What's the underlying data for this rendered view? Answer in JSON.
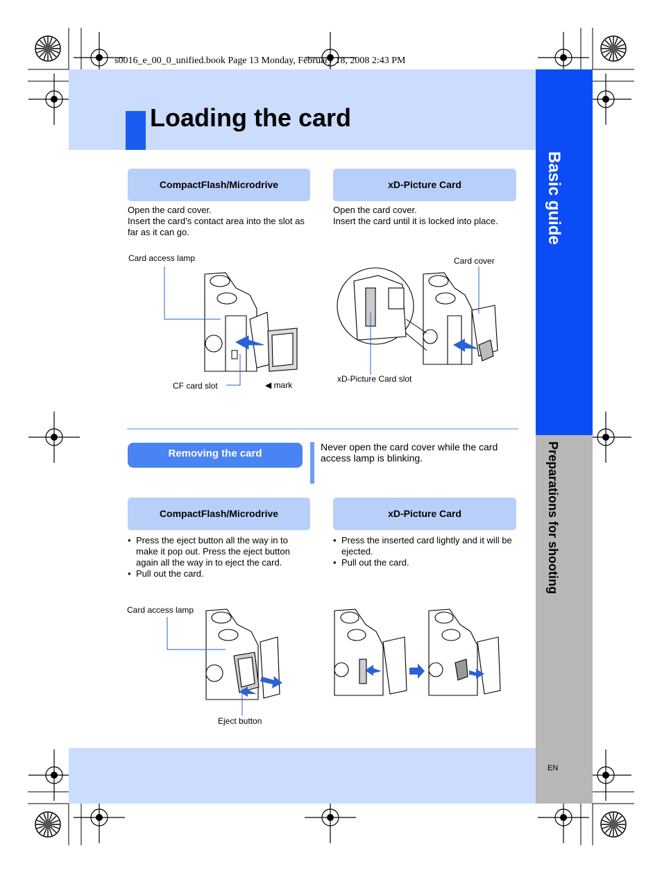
{
  "book_line": "s0016_e_00_0_unified.book  Page 13  Monday, February 18, 2008  2:43 PM",
  "title": "Loading the card",
  "side": {
    "section": "Basic guide",
    "chapter": "Preparations for shooting",
    "lang": "EN"
  },
  "load": {
    "cf": {
      "heading": "CompactFlash/Microdrive",
      "lines": [
        "Open the card cover.",
        "Insert the card’s contact area into the slot as far as it can go."
      ],
      "labels": {
        "lamp": "Card access lamp",
        "slot": "CF card slot",
        "mark": "◀ mark"
      }
    },
    "xd": {
      "heading": "xD-Picture Card",
      "lines": [
        "Open the card cover.",
        "Insert the card until it is locked into place."
      ],
      "labels": {
        "cover": "Card cover",
        "slot": "xD-Picture Card slot"
      }
    }
  },
  "remove": {
    "heading": "Removing the card",
    "note": "Never open the card cover while the card access lamp is blinking.",
    "cf": {
      "heading": "CompactFlash/Microdrive",
      "bullets": [
        "Press the eject button all the way in to make it pop out. Press the eject button again all the way in to eject the card.",
        "Pull out the card."
      ],
      "labels": {
        "lamp": "Card access lamp",
        "eject": "Eject button"
      }
    },
    "xd": {
      "heading": "xD-Picture Card",
      "bullets": [
        "Press the inserted card lightly and it will be ejected.",
        "Pull out the card."
      ]
    }
  },
  "colors": {
    "accent_blue": "#0b4cf5",
    "band_light": "#ccdcfc",
    "pill": "#b8cffa",
    "remove_pill": "#4a83f2",
    "side_gray": "#b7b7b7"
  }
}
